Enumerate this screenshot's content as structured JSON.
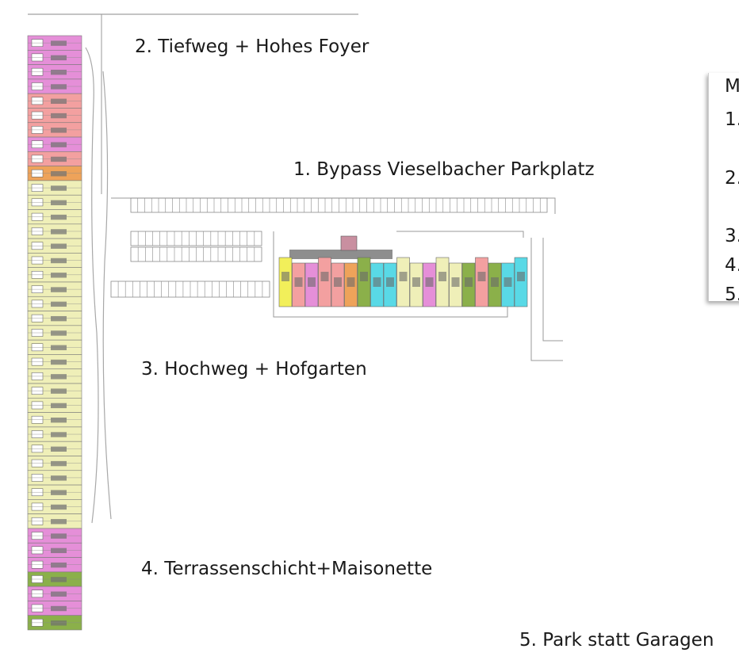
{
  "labels": {
    "bypass": "1. Bypass Vieselbacher Parkplatz",
    "tiefweg": "2. Tiefweg + Hohes Foyer",
    "hochweg": "3. Hochweg + Hofgarten",
    "terrassen": "4. Terrassenschicht+Maisonette",
    "park": "5. Park statt Garagen"
  },
  "callout": {
    "heading": "M",
    "items": [
      "1.",
      "2.",
      "3.",
      "4.",
      "5."
    ]
  },
  "colors": {
    "pink": "#e58fd8",
    "salmon": "#f3a0a0",
    "orange": "#eea35a",
    "cream": "#efefb8",
    "green": "#8bb04a",
    "cyan": "#59d9e6",
    "yellow": "#f2ef5a",
    "line": "#9a9a9a"
  }
}
